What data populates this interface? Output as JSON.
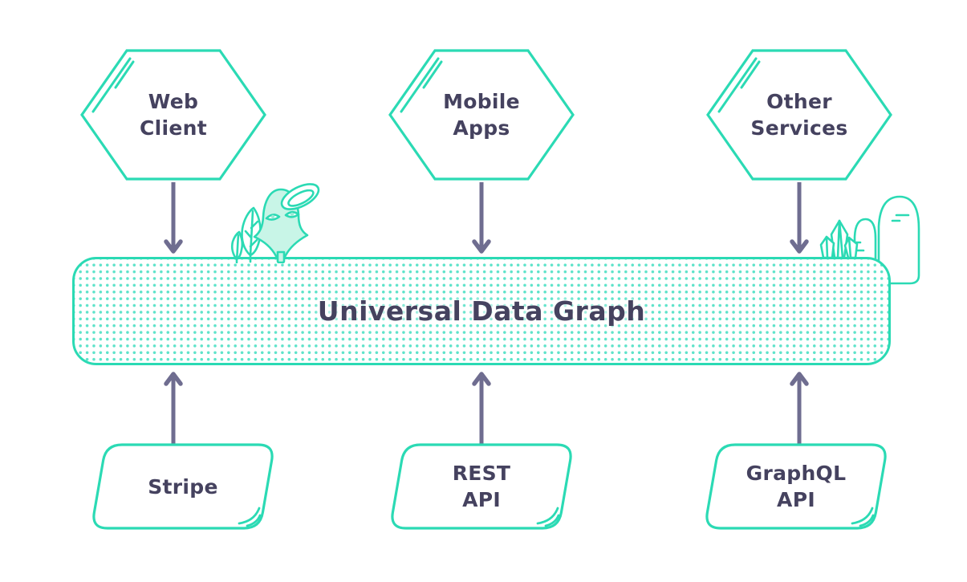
{
  "colors": {
    "teal": "#2bdab4",
    "mint": "#c8f5e7",
    "ink": "#45425f",
    "arrow": "#6f6d90",
    "dot": "#5ee3ca",
    "bg": "#ffffff"
  },
  "center_bar": {
    "label": "Universal Data Graph"
  },
  "top_nodes": [
    {
      "id": "web-client",
      "label": "Web\nClient"
    },
    {
      "id": "mobile-apps",
      "label": "Mobile\nApps"
    },
    {
      "id": "other-services",
      "label": "Other\nServices"
    }
  ],
  "bottom_nodes": [
    {
      "id": "stripe",
      "label": "Stripe"
    },
    {
      "id": "rest-api",
      "label": "REST\nAPI"
    },
    {
      "id": "graphql-api",
      "label": "GraphQL\nAPI"
    }
  ],
  "decorations": {
    "left": "mascot-with-plants",
    "right": "crystals-and-rocks"
  }
}
